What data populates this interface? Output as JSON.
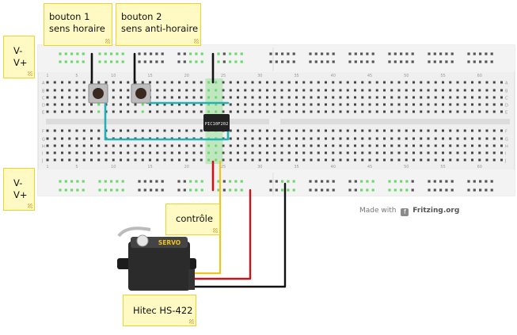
{
  "notes": {
    "button1": {
      "line1": "bouton 1",
      "line2": "sens horaire"
    },
    "button2": {
      "line1": "bouton 2",
      "line2": "sens anti-horaire"
    },
    "rail_top": {
      "line1": "V-",
      "line2": "V+"
    },
    "rail_bottom": {
      "line1": "V-",
      "line2": "V+"
    },
    "control": {
      "line1": "contrôle"
    },
    "servo_model": {
      "line1": "Hitec HS-422"
    }
  },
  "breadboard": {
    "column_numbers": [
      "1",
      "5",
      "10",
      "15",
      "20",
      "25",
      "30",
      "35",
      "40",
      "45",
      "50",
      "55",
      "60"
    ],
    "row_letters_top": [
      "A",
      "B",
      "C",
      "D",
      "E"
    ],
    "row_letters_bottom": [
      "F",
      "G",
      "H",
      "I",
      "J"
    ]
  },
  "chip": {
    "label": "PIC10F202"
  },
  "servo": {
    "label": "SERVO"
  },
  "attribution": {
    "made_with": "Made with",
    "brand": "Fritzing.org"
  },
  "colors": {
    "note_bg": "#fff9c4",
    "note_border": "#f2d22a",
    "board": "#efefef",
    "wire_black": "#111111",
    "wire_red": "#c8141a",
    "wire_yellow": "#f0c419",
    "wire_cyan": "#22b2b4",
    "highlight_green": "#6cd96c"
  }
}
